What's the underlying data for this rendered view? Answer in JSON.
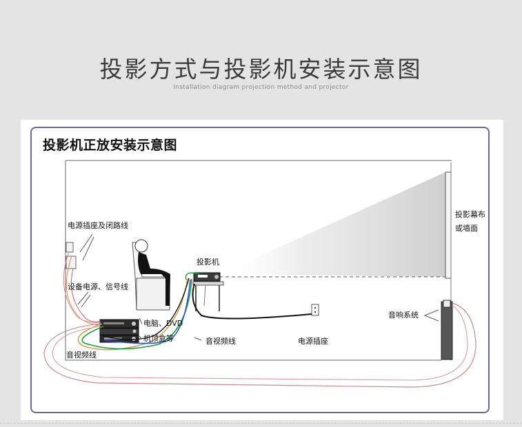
{
  "header": {
    "title": "投影方式与投影机安装示意图",
    "subtitle": "Installation diagram projection method and projector"
  },
  "diagram": {
    "title": "投影机正放安装示意图",
    "labels": {
      "power_outlet_loop": "电源插座及闭路线",
      "equipment_power_signal": "设备电源、信号线",
      "projector": "投影机",
      "screen_line1": "投影幕布",
      "screen_line2": "或墙面",
      "sound_system": "音响系统",
      "computer_dvd": "电脑、DVD",
      "settop_box": "机顶盒等",
      "av_cable_center": "音视频线",
      "power_socket": "电源插座",
      "av_cable_left": "音视频线"
    }
  }
}
